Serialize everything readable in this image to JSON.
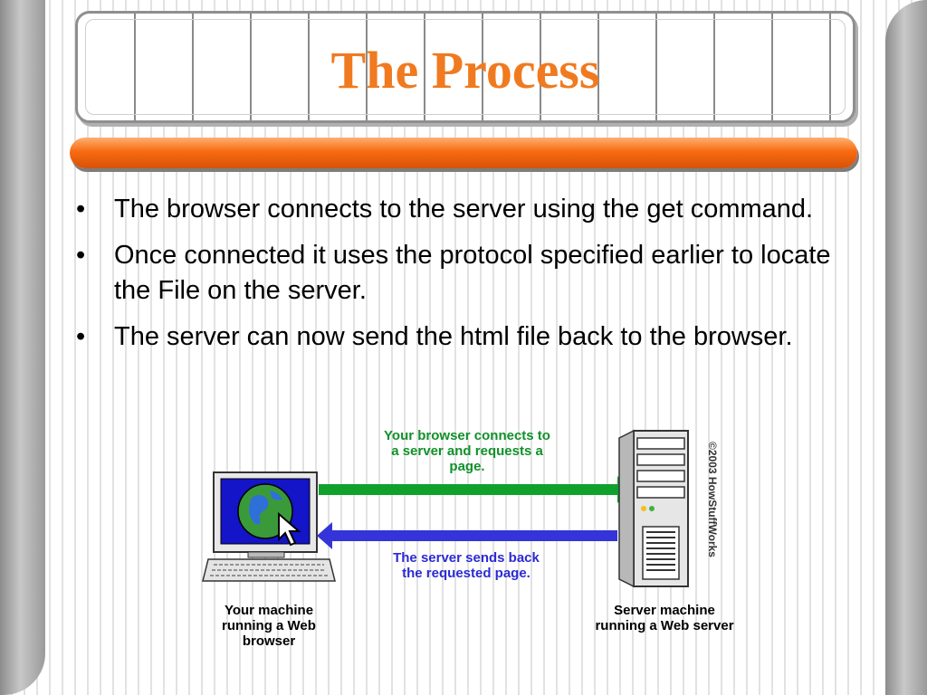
{
  "slide": {
    "title": "The Process",
    "bullets": [
      "The browser connects to the server using the get command.",
      "Once connected it uses the protocol specified earlier to locate the File on the server.",
      "The server can now send the html file back to the browser."
    ],
    "bullet_symbol": "•"
  },
  "diagram": {
    "request_label": "Your browser connects to a server and requests a page.",
    "response_label": "The server sends back the requested page.",
    "client_label": "Your machine running a Web browser",
    "server_label": "Server machine running a Web server",
    "copyright": "©2003 HowStuffWorks",
    "icons": [
      "computer-icon",
      "globe-icon",
      "mouse-cursor-icon",
      "keyboard-icon",
      "server-tower-icon"
    ]
  },
  "colors": {
    "title": "#f07a1f",
    "accent_bar": "#f86b12",
    "request_arrow": "#10a02c",
    "response_arrow": "#3434d8"
  }
}
